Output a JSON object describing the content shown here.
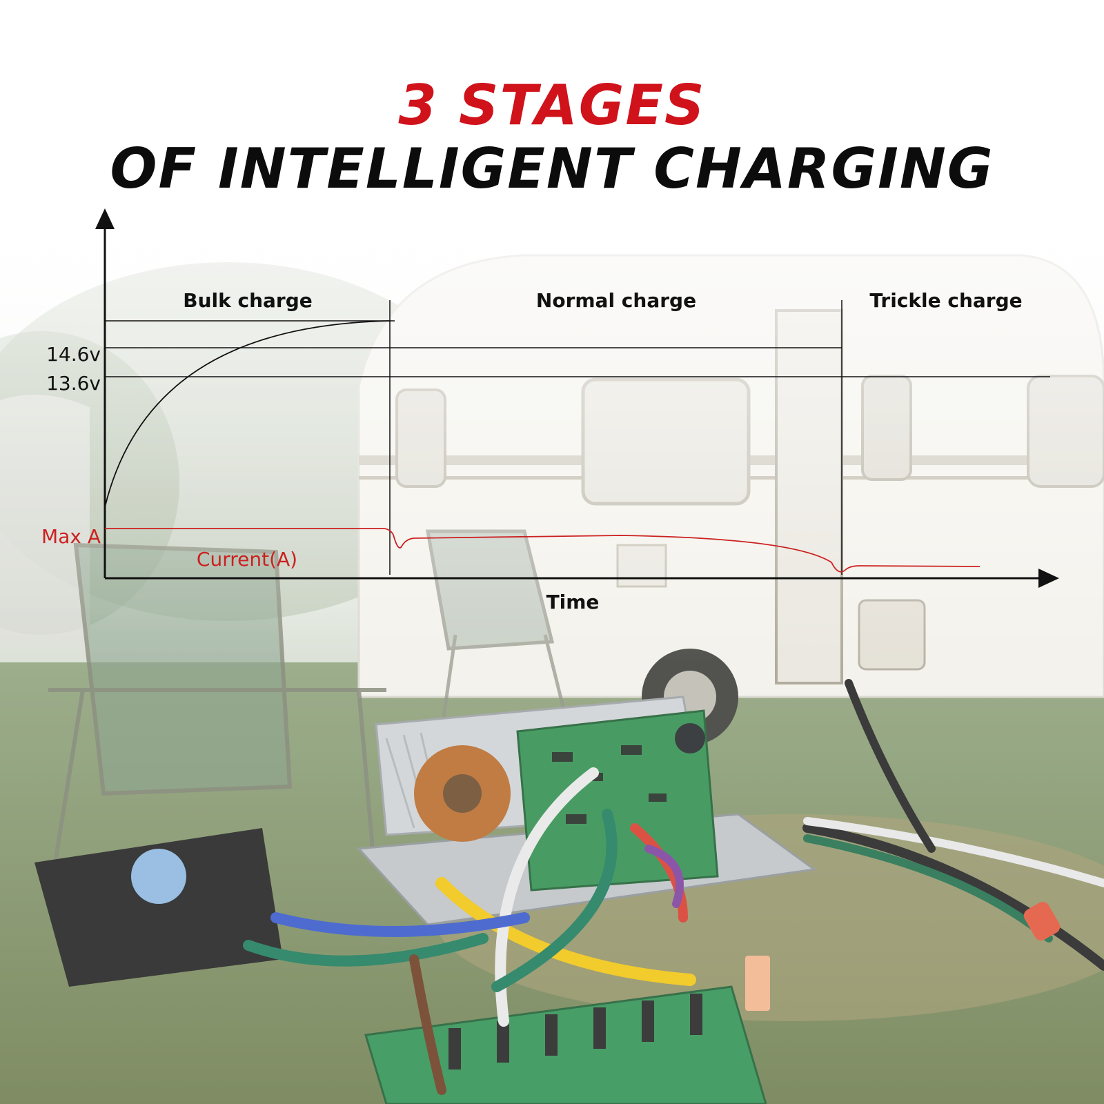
{
  "title": {
    "line1": "3 STAGES",
    "line2": "OF INTELLIGENT CHARGING"
  },
  "diagram": {
    "stages": [
      {
        "label": "Bulk charge"
      },
      {
        "label": "Normal charge"
      },
      {
        "label": "Trickle charge"
      }
    ],
    "voltage_levels": [
      {
        "label": "14.6v"
      },
      {
        "label": "13.6v"
      }
    ],
    "max_current_label": "Max A",
    "current_curve_label": "Current(A)",
    "x_axis_label": "Time"
  },
  "colors": {
    "title_red": "#d0121b",
    "title_black": "#0c0c0c",
    "current_red": "#cc2020",
    "line_black": "#111111"
  }
}
